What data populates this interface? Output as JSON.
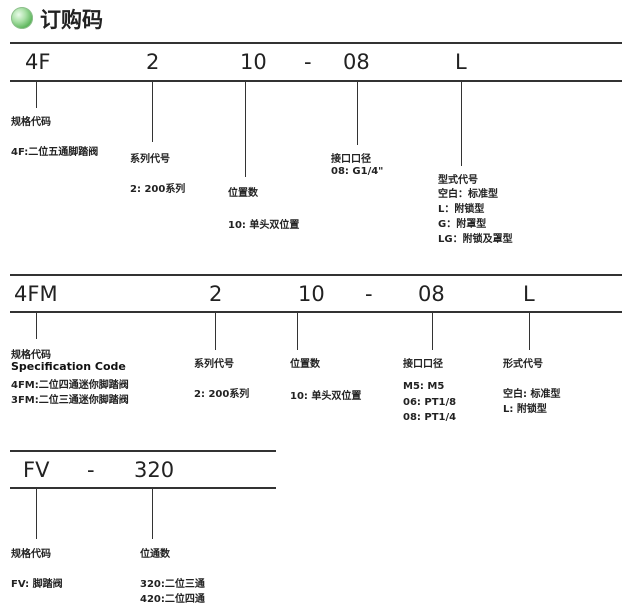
{
  "title": "订购码",
  "s1": {
    "codes": [
      "4F",
      "2",
      "10",
      "-",
      "08",
      "L"
    ],
    "spec_title": "规格代码",
    "spec_1": "4F:二位五通脚踏阀",
    "series_title": "系列代号",
    "series_1": "2: 200系列",
    "pos_title": "位置数",
    "pos_1": "10: 单头双位置",
    "port_title": "接口口径",
    "port_1": "08: G1/4\"",
    "type_title": "型式代号",
    "type_1": "空白：标准型",
    "type_2": "L：附锁型",
    "type_3": "G：附罩型",
    "type_4": "LG：附锁及罩型"
  },
  "s2": {
    "codes": [
      "4FM",
      "2",
      "10",
      "-",
      "08",
      "L"
    ],
    "spec_title": "规格代码",
    "spec_en": "Specification Code",
    "spec_1": "4FM:二位四通迷你脚踏阀",
    "spec_2": "3FM:二位三通迷你脚踏阀",
    "series_title": "系列代号",
    "series_1": "2: 200系列",
    "pos_title": "位置数",
    "pos_1": "10: 单头双位置",
    "port_title": "接口口径",
    "port_1": "M5: M5",
    "port_2": "06: PT1/8",
    "port_3": "08: PT1/4",
    "type_title": "形式代号",
    "type_1": "空白: 标准型",
    "type_2": "L: 附锁型"
  },
  "s3": {
    "codes": [
      "FV",
      "-",
      "320"
    ],
    "spec_title": "规格代码",
    "spec_1": "FV: 脚踏阀",
    "pos_title": "位通数",
    "pos_1": "320:二位三通",
    "pos_2": "420:二位四通"
  }
}
